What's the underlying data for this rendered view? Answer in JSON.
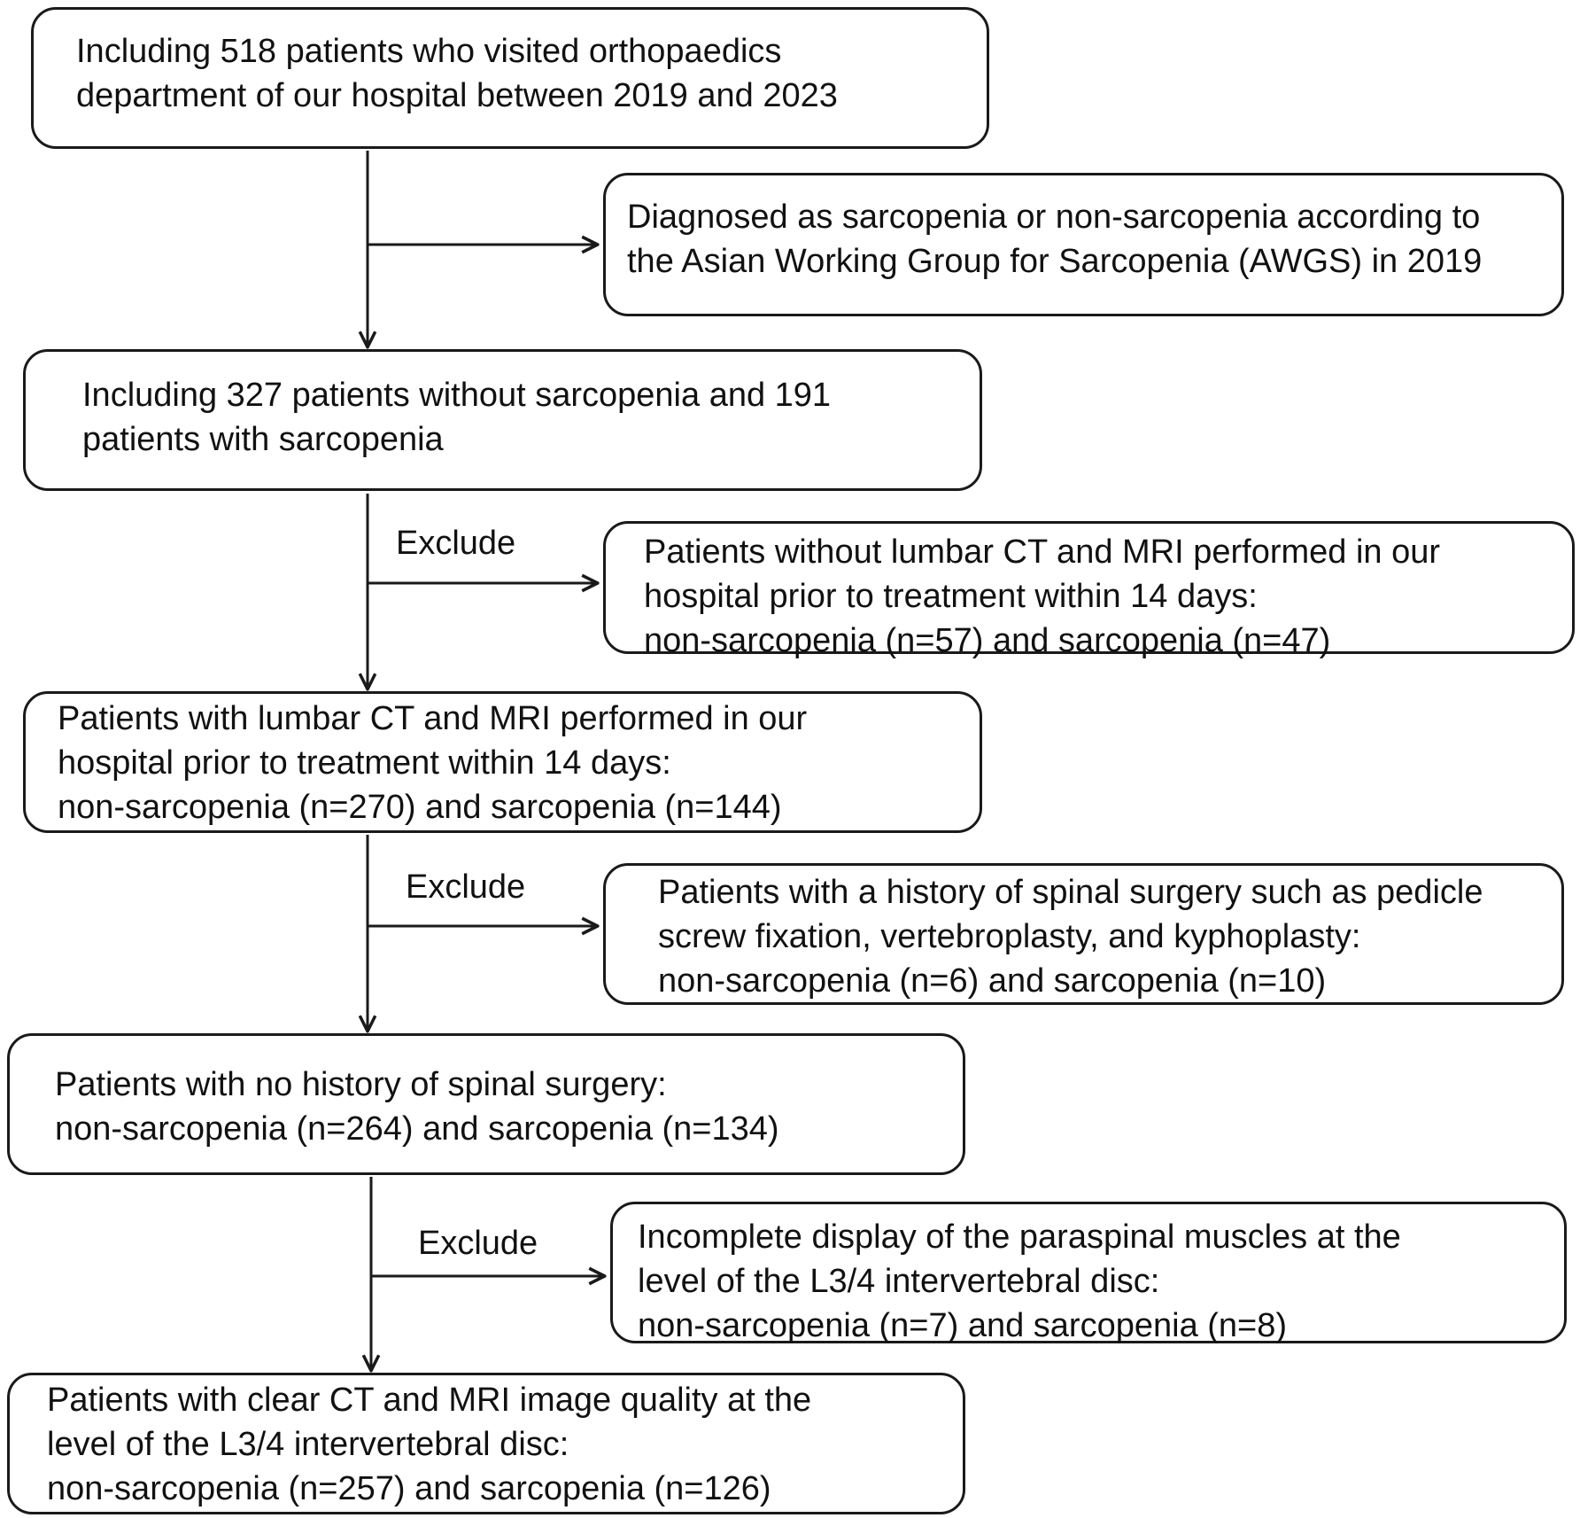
{
  "diagram": {
    "boxes": {
      "start": {
        "lines": [
          "Including 518 patients who visited orthopaedics",
          "department of our hospital between 2019 and  2023"
        ]
      },
      "diagnosed": {
        "lines": [
          "Diagnosed as sarcopenia or non-sarcopenia according to",
          "the Asian Working Group for Sarcopenia (AWGS) in 2019"
        ]
      },
      "included": {
        "lines": [
          "Including 327 patients without sarcopenia and 191",
          "patients with sarcopenia"
        ]
      },
      "exclusion_1": {
        "lines": [
          "Patients without lumbar CT and MRI performed in our",
          "hospital prior to treatment within 14 days:",
          "non-sarcopenia (n=57) and sarcopenia (n=47)"
        ]
      },
      "with_ct_mri": {
        "lines": [
          "Patients with lumbar CT and MRI performed in our",
          "hospital prior to treatment within 14 days:",
          "non-sarcopenia (n=270) and sarcopenia (n=144)"
        ]
      },
      "exclusion_2": {
        "lines": [
          "Patients with a history of spinal surgery such as pedicle",
          "screw fixation, vertebroplasty, and kyphoplasty:",
          "non-sarcopenia (n=6) and sarcopenia (n=10)"
        ]
      },
      "no_surgery": {
        "lines": [
          "Patients with no history of spinal surgery:",
          "non-sarcopenia (n=264) and sarcopenia (n=134)"
        ]
      },
      "exclusion_3": {
        "lines": [
          "Incomplete display of the paraspinal muscles at the",
          "level of the L3/4 intervertebral disc:",
          "non-sarcopenia (n=7) and sarcopenia (n=8)"
        ]
      },
      "final": {
        "lines": [
          "Patients with clear CT and MRI image quality at the",
          "level of the L3/4 intervertebral disc:",
          "non-sarcopenia (n=257) and sarcopenia (n=126)"
        ]
      }
    },
    "exclude_labels": [
      "Exclude",
      "Exclude",
      "Exclude"
    ]
  }
}
